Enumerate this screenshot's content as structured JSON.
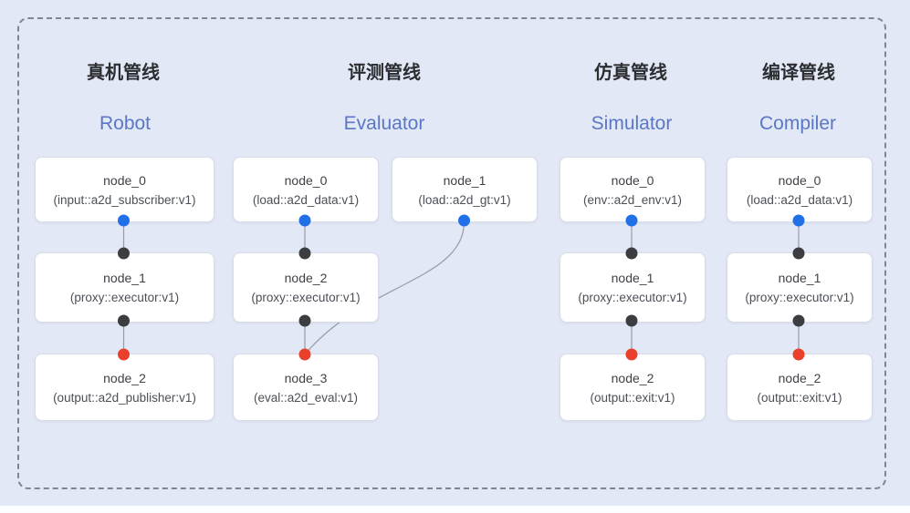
{
  "colors": {
    "background": "#e3e8f6",
    "frame_border": "#7e8791",
    "edge": "#949dae",
    "input_source_port": "#2170e8",
    "proxy_port": "#3b3d41",
    "sink_port": "#e9402c",
    "title_zh_color": "#2b2d31",
    "title_en_color": "#5977c5"
  },
  "pipelines": [
    {
      "id": "robot",
      "title_zh": "真机管线",
      "title_en": "Robot",
      "nodes": [
        {
          "name": "node_0",
          "type": "(input::a2d_subscriber:v1)"
        },
        {
          "name": "node_1",
          "type": "(proxy::executor:v1)"
        },
        {
          "name": "node_2",
          "type": "(output::a2d_publisher:v1)"
        }
      ],
      "edges": [
        "node_0 -> node_1",
        "node_1 -> node_2"
      ]
    },
    {
      "id": "evaluator",
      "title_zh": "评测管线",
      "title_en": "Evaluator",
      "nodes": [
        {
          "name": "node_0",
          "type": "(load::a2d_data:v1)"
        },
        {
          "name": "node_1",
          "type": "(load::a2d_gt:v1)"
        },
        {
          "name": "node_2",
          "type": "(proxy::executor:v1)"
        },
        {
          "name": "node_3",
          "type": "(eval::a2d_eval:v1)"
        }
      ],
      "edges": [
        "node_0 -> node_2",
        "node_2 -> node_3",
        "node_1 -> node_3"
      ]
    },
    {
      "id": "simulator",
      "title_zh": "仿真管线",
      "title_en": "Simulator",
      "nodes": [
        {
          "name": "node_0",
          "type": "(env::a2d_env:v1)"
        },
        {
          "name": "node_1",
          "type": "(proxy::executor:v1)"
        },
        {
          "name": "node_2",
          "type": "(output::exit:v1)"
        }
      ],
      "edges": [
        "node_0 -> node_1",
        "node_1 -> node_2"
      ]
    },
    {
      "id": "compiler",
      "title_zh": "编译管线",
      "title_en": "Compiler",
      "nodes": [
        {
          "name": "node_0",
          "type": "(load::a2d_data:v1)"
        },
        {
          "name": "node_1",
          "type": "(proxy::executor:v1)"
        },
        {
          "name": "node_2",
          "type": "(output::exit:v1)"
        }
      ],
      "edges": [
        "node_0 -> node_1",
        "node_1 -> node_2"
      ]
    }
  ]
}
